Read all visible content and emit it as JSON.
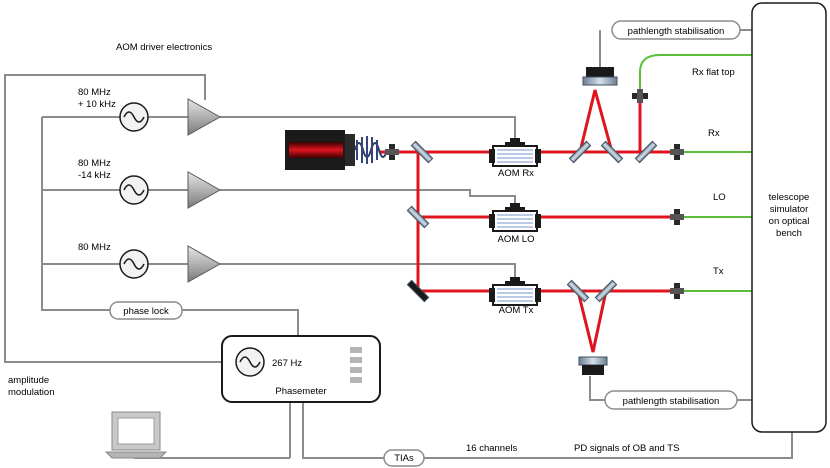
{
  "labels": {
    "aom_driver": "AOM driver electronics",
    "rf1_line1": "80 MHz",
    "rf1_line2": "+ 10 kHz",
    "rf2_line1": "80 MHz",
    "rf2_line2": "-14 kHz",
    "rf3": "80 MHz",
    "phase_lock": "phase lock",
    "phasemeter_freq": "267 Hz",
    "phasemeter": "Phasemeter",
    "amplitude_line1": "amplitude",
    "amplitude_line2": "modulation",
    "tias": "TIAs",
    "channels": "16 channels",
    "pd_signals": "PD signals of OB and TS",
    "pathlength_top": "pathlength stabilisation",
    "pathlength_bottom": "pathlength stabilisation",
    "rx_flat_top": "Rx flat top",
    "rx": "Rx",
    "lo": "LO",
    "tx": "Tx",
    "aom_rx": "AOM Rx",
    "aom_lo": "AOM LO",
    "aom_tx": "AOM Tx",
    "telescope_line1": "telescope",
    "telescope_line2": "simulator",
    "telescope_line3": "on optical",
    "telescope_line4": "bench"
  },
  "colors": {
    "beam_red": "#e0141e",
    "fiber_green": "#5bbf3a",
    "cable_gray": "#8c8c8c",
    "optic_blue": "#9fb3c8",
    "dark": "#1a1a1a"
  },
  "icons": [
    "signal-generator-icon",
    "amplifier-icon",
    "laser-icon",
    "fiber-coupler-icon",
    "mirror-icon",
    "aom-icon",
    "photodiode-icon",
    "computer-icon"
  ]
}
